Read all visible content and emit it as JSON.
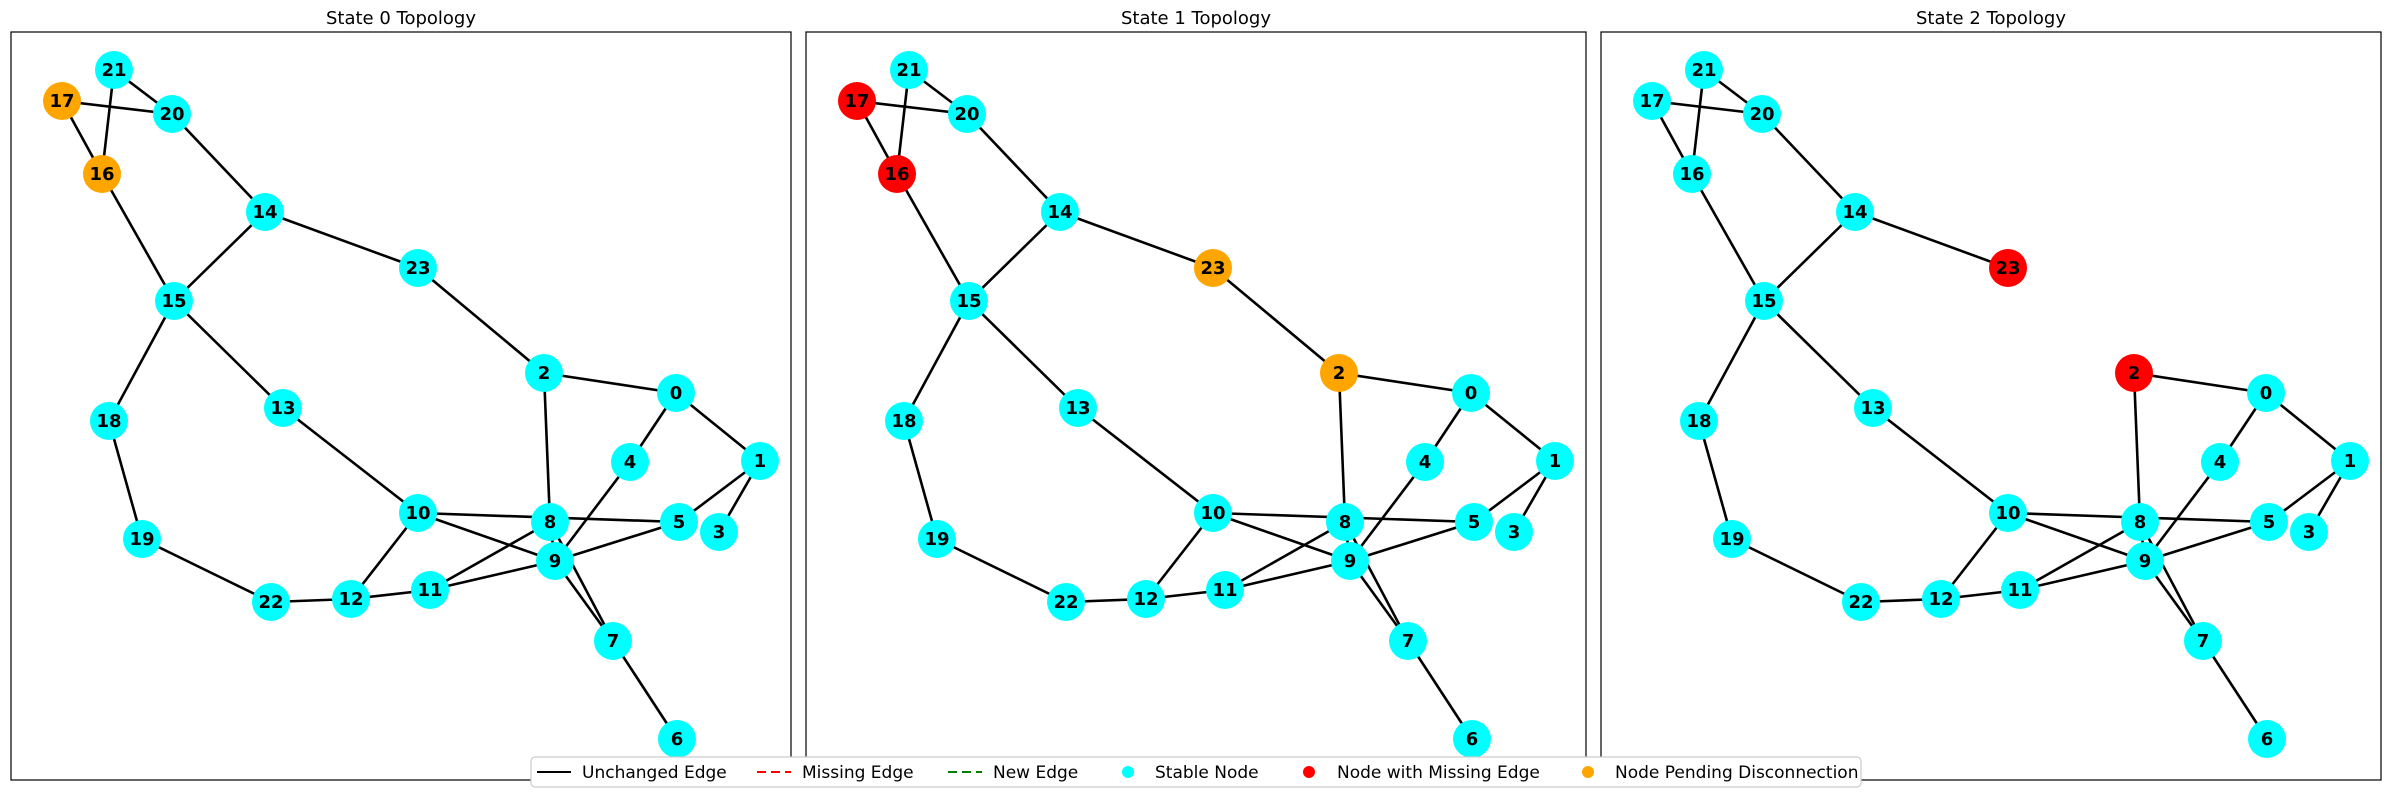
{
  "colors": {
    "stable": "#00FFFF",
    "missing": "#FF0000",
    "pending": "#FFA500",
    "unchanged_edge": "#000000",
    "missing_edge": "#FF0000",
    "new_edge": "#008000"
  },
  "node_positions": {
    "0": [
      665,
      393
    ],
    "1": [
      749,
      461
    ],
    "2": [
      533,
      373
    ],
    "3": [
      708,
      532
    ],
    "4": [
      619,
      462
    ],
    "5": [
      668,
      522
    ],
    "6": [
      666,
      739
    ],
    "7": [
      602,
      641
    ],
    "8": [
      539,
      522
    ],
    "9": [
      544,
      561
    ],
    "10": [
      407,
      513
    ],
    "11": [
      419,
      590
    ],
    "12": [
      340,
      599
    ],
    "13": [
      272,
      408
    ],
    "14": [
      254,
      212
    ],
    "15": [
      163,
      301
    ],
    "16": [
      91,
      174
    ],
    "17": [
      51,
      101
    ],
    "18": [
      98,
      421
    ],
    "19": [
      131,
      539
    ],
    "20": [
      161,
      114
    ],
    "21": [
      103,
      70
    ],
    "22": [
      260,
      602
    ],
    "23": [
      407,
      268
    ]
  },
  "edges": [
    [
      "21",
      "20"
    ],
    [
      "21",
      "16"
    ],
    [
      "17",
      "20"
    ],
    [
      "17",
      "16"
    ],
    [
      "20",
      "14"
    ],
    [
      "16",
      "15"
    ],
    [
      "14",
      "15"
    ],
    [
      "14",
      "23"
    ],
    [
      "23",
      "2"
    ],
    [
      "15",
      "18"
    ],
    [
      "15",
      "13"
    ],
    [
      "18",
      "19"
    ],
    [
      "19",
      "22"
    ],
    [
      "22",
      "12"
    ],
    [
      "12",
      "11"
    ],
    [
      "12",
      "10"
    ],
    [
      "13",
      "10"
    ],
    [
      "10",
      "9"
    ],
    [
      "10",
      "5"
    ],
    [
      "2",
      "0"
    ],
    [
      "2",
      "8"
    ],
    [
      "0",
      "4"
    ],
    [
      "0",
      "1"
    ],
    [
      "1",
      "5"
    ],
    [
      "1",
      "3"
    ],
    [
      "4",
      "9"
    ],
    [
      "5",
      "9"
    ],
    [
      "8",
      "9"
    ],
    [
      "8",
      "11"
    ],
    [
      "8",
      "7"
    ],
    [
      "9",
      "11"
    ],
    [
      "9",
      "7"
    ],
    [
      "7",
      "6"
    ]
  ],
  "panels": [
    {
      "title": "State 0 Topology",
      "node_states": {
        "16": "pending",
        "17": "pending"
      },
      "missing_edges": []
    },
    {
      "title": "State 1 Topology",
      "node_states": {
        "16": "missing",
        "17": "missing",
        "23": "pending",
        "2": "pending"
      },
      "missing_edges": []
    },
    {
      "title": "State 2 Topology",
      "node_states": {
        "23": "missing",
        "2": "missing"
      },
      "missing_edges": [
        [
          "23",
          "2"
        ]
      ]
    }
  ],
  "legend": {
    "unchanged_edge": "Unchanged Edge",
    "missing_edge": "Missing Edge",
    "new_edge": "New Edge",
    "stable_node": "Stable Node",
    "missing_node": "Node with Missing Edge",
    "pending_node": "Node Pending Disconnection"
  }
}
